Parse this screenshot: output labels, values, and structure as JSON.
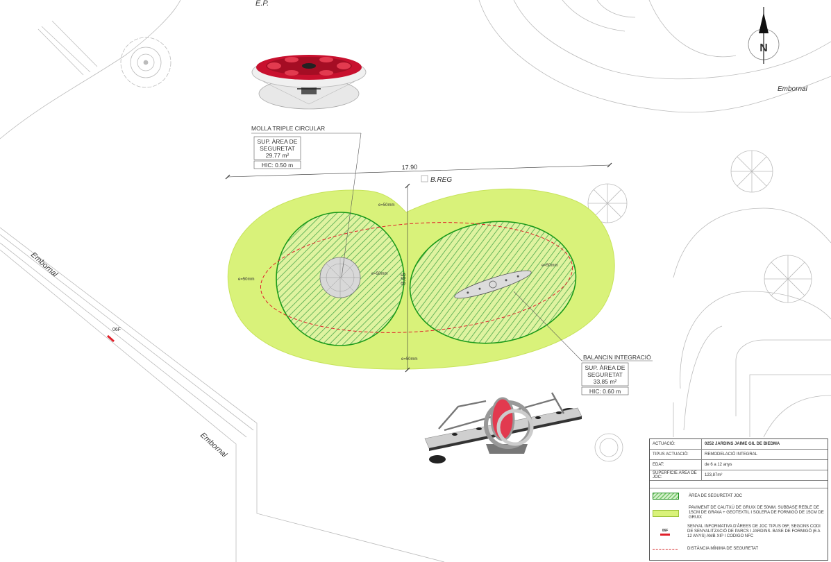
{
  "labels": {
    "ep": "E.P.",
    "embornal_top": "Embornal",
    "embornal_left1": "Embornal",
    "embornal_left2": "Embornal",
    "breg": "B.REG",
    "sign_code": "06F",
    "dim_width": "17.90",
    "dim_height": "8.65",
    "north": "N",
    "e_top": "e=50mm",
    "e_left": "e=50mm",
    "e_center": "e=50mm",
    "e_right": "e=50mm",
    "e_bottom": "e=50mm"
  },
  "callouts": {
    "molla": {
      "title": "MOLLA TRIPLE CIRCULAR",
      "area_label": "SUP. ÀREA DE SEGURETAT",
      "area_value": "29.77 m²",
      "hic": "HIC: 0.50 m"
    },
    "balancin": {
      "title": "BALANCIN INTEGRACIÓ",
      "area_label": "SUP. ÀREA DE SEGURETAT",
      "area_value": "33,85 m²",
      "hic": "HIC: 0.60 m"
    }
  },
  "info_table": {
    "rows": [
      {
        "key": "ACTUACIÓ:",
        "value": "0252 JARDINS JAIME GIL DE BIEDMA"
      },
      {
        "key": "TIPUS ACTUACIÓ:",
        "value": "REMODELACIÓ INTEGRAL"
      },
      {
        "key": "EDAT:",
        "value": "de 6 a 12 anys"
      },
      {
        "key": "SUPERFÍCIE ÀREA DE JOC:",
        "value": "123,87m²"
      }
    ]
  },
  "legend": {
    "items": [
      {
        "symbol": "hatch",
        "text": "ÀREA DE SEGURETAT JOC"
      },
      {
        "symbol": "green",
        "text": "PAVIMENT DE CAUTXÚ DE GRUIX DE 50MM. SUBBASE REBLE DE 15cm DE GRAVA + GEOTEXTIL I SOLERA DE FORMIGÓ DE 15cm DE GRUIX"
      },
      {
        "symbol": "red",
        "sym_text": "06F",
        "text": "SENYAL INFORMATIVA D'ÀREES DE JOC TIPUS 06F, SEGONS CODI DE SENYALITZACIÓ DE PARCS I JARDINS. BASE DE FORMIGÓ (6 a 12 anys) AMB XIP I CODIGO NFC"
      },
      {
        "symbol": "dash",
        "text": "DISTÀNCIA MÍNIMA DE SEGURETAT"
      }
    ]
  },
  "colors": {
    "rubber": "#d9f27a",
    "safety_hatch": "#7ac96f",
    "safety_outline": "#1a9a1a",
    "min_distance": "#e0202a",
    "equipment_red": "#c8102e"
  }
}
